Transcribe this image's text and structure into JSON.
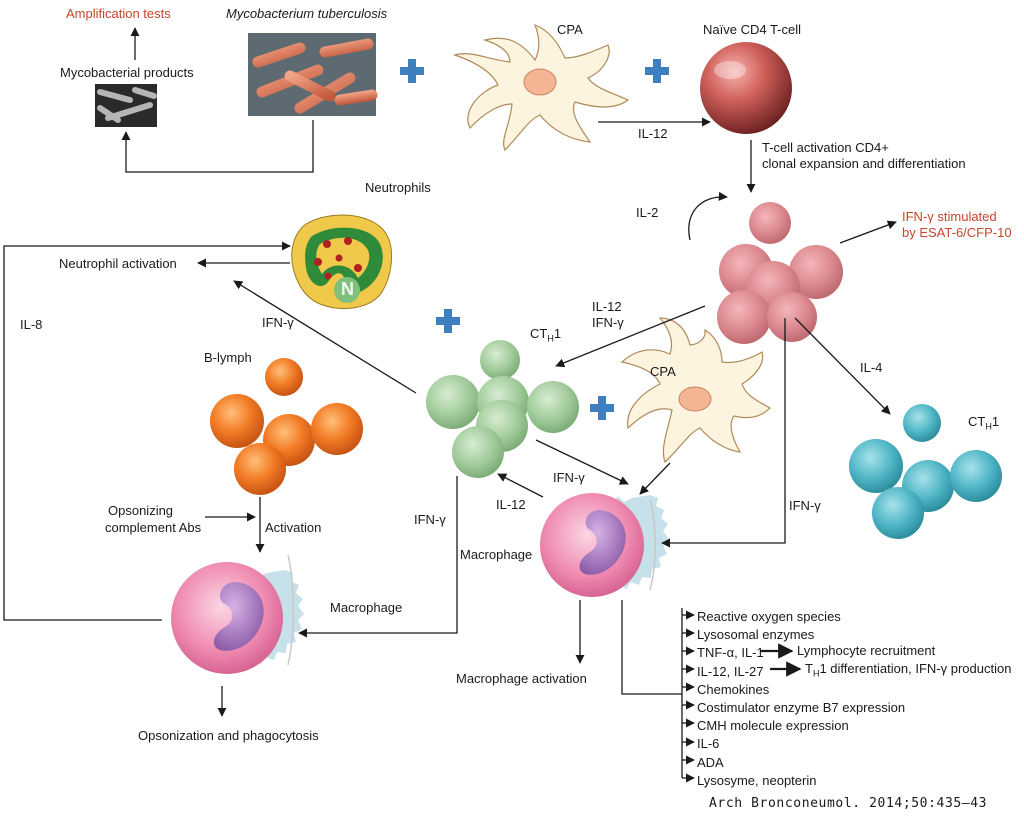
{
  "labels": {
    "amplification_tests": "Amplification tests",
    "mycobacterium": "Mycobacterium tuberculosis",
    "mycobacterial_products": "Mycobacterial products",
    "cpa_top": "CPA",
    "naive_cd4": "Naïve CD4 T-cell",
    "il12_top": "IL-12",
    "tcell_activation_line1": "T-cell activation CD4+",
    "tcell_activation_line2": "clonal expansion and differentiation",
    "neutrophils": "Neutrophils",
    "il2": "IL-2",
    "ifn_stimulated_line1": "IFN-γ stimulated",
    "ifn_stimulated_line2": "by ESAT-6/CFP-10",
    "neutrophil_activation": "Neutrophil activation",
    "il8": "IL-8",
    "il12_mid": "IL-12",
    "ifn_mid": "IFN-γ",
    "ifn_left": "IFN-γ",
    "cth1_green": "CT",
    "cth1_green_sub": "H",
    "cth1_green_suffix": "1",
    "cpa_mid": "CPA",
    "il4": "IL-4",
    "cth1_blue": "CT",
    "cth1_blue_sub": "H",
    "cth1_blue_suffix": "1",
    "b_lymph": "B-lymph",
    "ifn_center": "IFN-γ",
    "il12_center": "IL-12",
    "ifn_right": "IFN-γ",
    "opsonizing_line1": "Opsonizing",
    "opsonizing_line2": "complement Abs",
    "activation": "Activation",
    "ifn_down": "IFN-γ",
    "macrophage_center": "Macrophage",
    "macrophage_left": "Macrophage",
    "macrophage_activation": "Macrophage activation",
    "opsonization": "Opsonization and phagocytosis",
    "neutrophil_letter": "N"
  },
  "outputs": [
    "Reactive oxygen species",
    "Lysosomal enzymes",
    "TNF-α, IL-1",
    "IL-12, IL-27",
    "Chemokines",
    "Costimulator enzyme B7 expression",
    "CMH molecule expression",
    "IL-6",
    "ADA",
    "Lysosyme, neopterin"
  ],
  "output_targets": {
    "tnf": "Lymphocyte recruitment",
    "il12_prefix": "T",
    "il12_sub": "H",
    "il12_suffix": "1 differentiation, IFN-γ production"
  },
  "citation": "Arch Bronconeumol. 2014;50:435–43",
  "colors": {
    "red_label": "#c8452c",
    "plus": "#3d7fbf",
    "cd4_cell": "#d98a8e",
    "cth1_green": "#9fc79a",
    "cth1_blue": "#4fb3c4",
    "b_lymph": "#f07a2a",
    "macrophage": "#ee7fa6",
    "neutrophil_outer": "#f0c84a",
    "neutrophil_inner": "#2f8a3a"
  }
}
